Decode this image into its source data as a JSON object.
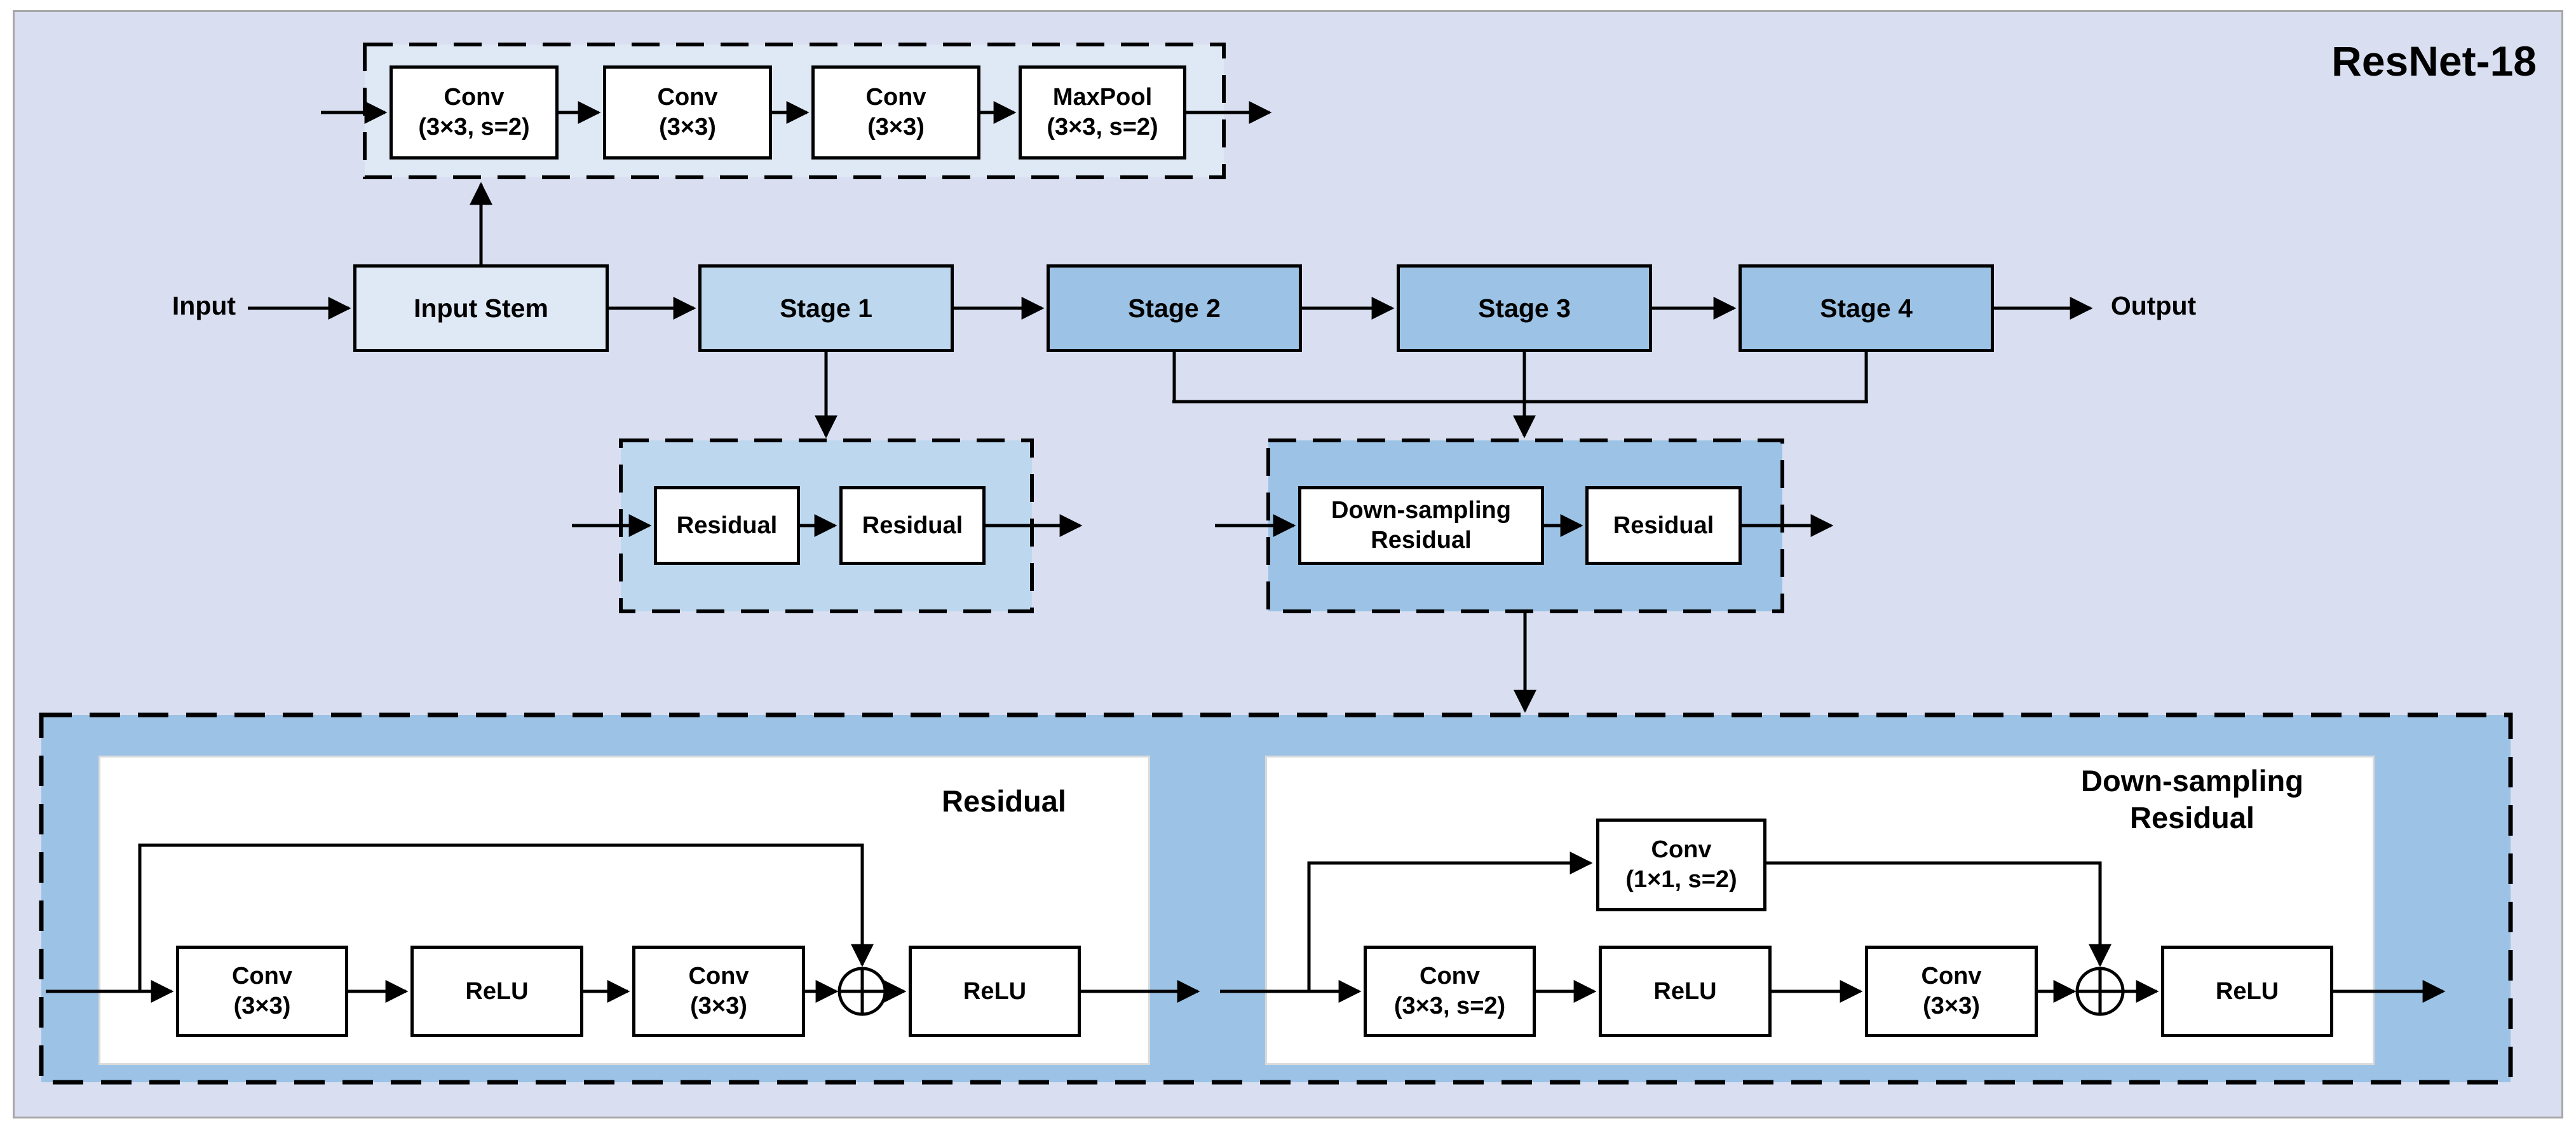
{
  "title": "ResNet-18",
  "labels": {
    "input": "Input",
    "output": "Output"
  },
  "colors": {
    "canvas_bg": "#d9dff1",
    "stem_fill": "#dfe9f6",
    "stage1_fill": "#bdd7ee",
    "stage234_fill": "#9cc3e6",
    "box_border": "#000000",
    "frame_border": "#a6a6a6"
  },
  "stem_detail": {
    "boxes": [
      {
        "line1": "Conv",
        "line2": "(3×3, s=2)"
      },
      {
        "line1": "Conv",
        "line2": "(3×3)"
      },
      {
        "line1": "Conv",
        "line2": "(3×3)"
      },
      {
        "line1": "MaxPool",
        "line2": "(3×3, s=2)"
      }
    ]
  },
  "pipeline": {
    "input_stem": "Input Stem",
    "stages": [
      "Stage 1",
      "Stage 2",
      "Stage 3",
      "Stage 4"
    ]
  },
  "stage1_detail": {
    "boxes": [
      "Residual",
      "Residual"
    ]
  },
  "stage234_detail": {
    "boxes": [
      "Down-sampling Residual",
      "Residual"
    ]
  },
  "residual_detail": {
    "title": "Residual",
    "boxes": [
      {
        "line1": "Conv",
        "line2": "(3×3)"
      },
      {
        "line1": "ReLU",
        "line2": ""
      },
      {
        "line1": "Conv",
        "line2": "(3×3)"
      },
      {
        "line1": "ReLU",
        "line2": ""
      }
    ]
  },
  "downsampling_detail": {
    "title": "Down-sampling Residual",
    "skip_box": {
      "line1": "Conv",
      "line2": "(1×1, s=2)"
    },
    "boxes": [
      {
        "line1": "Conv",
        "line2": "(3×3, s=2)"
      },
      {
        "line1": "ReLU",
        "line2": ""
      },
      {
        "line1": "Conv",
        "line2": "(3×3)"
      },
      {
        "line1": "ReLU",
        "line2": ""
      }
    ]
  }
}
